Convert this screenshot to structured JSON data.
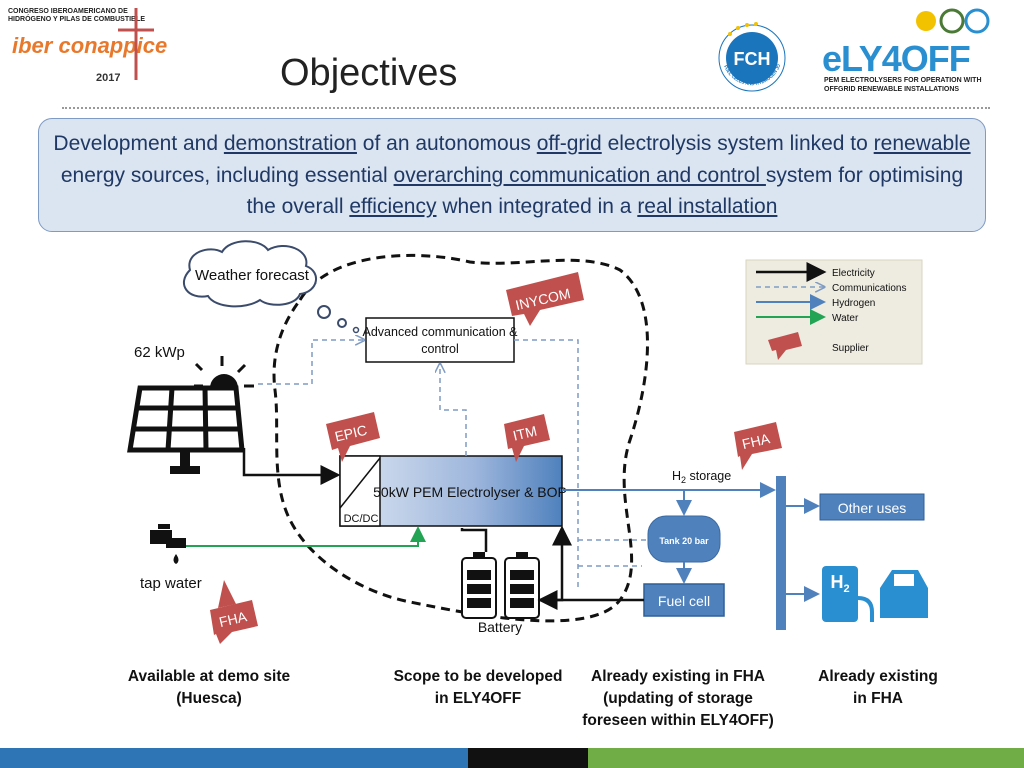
{
  "org_logo": {
    "text": "CONGRESO IBEROAMERICANO DE HIDRÓGENO Y PILAS DE COMBUSTIBLE",
    "name": "iber conappice",
    "year": "2017"
  },
  "title": "Objectives",
  "partner_logos": {
    "fch": "FCH",
    "fch_ring": "FUEL CELLS AND HYDROGEN JOINT UNDERTAKING",
    "ely_name": "eLY4OFF",
    "ely_sub": "PEM ELECTROLYSERS FOR OPERATION WITH OFFGRID RENEWABLE INSTALLATIONS"
  },
  "objective": {
    "t1": "Development and ",
    "u1": "demonstration",
    "t2": " of an autonomous ",
    "u2": "off-grid",
    "t3": " electrolysis system linked to ",
    "u3": "renewable",
    "t4": " energy sources, including essential ",
    "u4": "overarching communication and control ",
    "t5": "system for optimising the overall ",
    "u5": "efficiency",
    "t6": " when integrated in a ",
    "u6": "real installation"
  },
  "diagram": {
    "weather": "Weather forecast",
    "pv": "62 kWp",
    "comm_control_1": "Advanced communication &",
    "comm_control_2": "control",
    "electrolyser": "50kW  PEM Electrolyser & BOP",
    "dcdc": "DC/DC",
    "battery": "Battery",
    "tap_water": "tap water",
    "h2_storage_h": "H",
    "h2_storage_sub": "2",
    "h2_storage_rest": " storage",
    "tank": "Tank 20 bar",
    "fuel_cell": "Fuel cell",
    "other_uses": "Other uses",
    "h2_icon": "H",
    "h2_icon_sub": "2",
    "suppliers": {
      "inycom": "INYCOM",
      "epic": "EPIC",
      "itm": "ITM",
      "fha_top": "FHA",
      "fha_bottom": "FHA"
    },
    "captions": {
      "c1_l1": "Available at demo site",
      "c1_l2": "(Huesca)",
      "c2_l1": "Scope to be developed",
      "c2_l2": "in ELY4OFF",
      "c3_l1": "Already  existing in FHA",
      "c3_l2": "(updating of storage",
      "c3_l3": "foreseen within ELY4OFF)",
      "c4_l1": "Already  existing",
      "c4_l2": "in FHA"
    },
    "legend": {
      "electricity": "Electricity",
      "communications": "Communications",
      "hydrogen": "Hydrogen",
      "water": "Water",
      "supplier": "Supplier"
    }
  },
  "colors": {
    "supplier": "#c0504d",
    "hydrogen": "#4f81bd",
    "water": "#23a455",
    "comms": "#7f9bc4",
    "footer_blue": "#2e75b6",
    "footer_black": "#111111",
    "footer_green": "#70ad47"
  }
}
